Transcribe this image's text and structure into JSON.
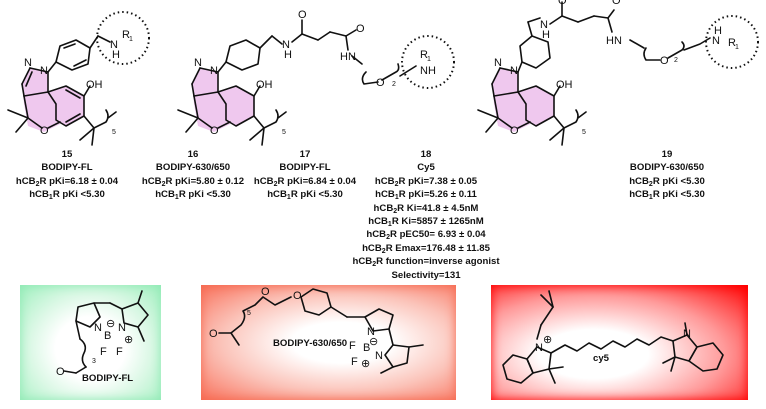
{
  "compounds": [
    {
      "id": "15",
      "fluorophore": "BODIPY-FL",
      "lines": [
        {
          "pre": "hCB",
          "sub": "2",
          "post": "R pKi=6.18 ± 0.04"
        },
        {
          "pre": "hCB",
          "sub": "1",
          "post": "R pKi <5.30"
        }
      ]
    },
    {
      "id": "16",
      "fluorophore": "BODIPY-630/650",
      "lines": [
        {
          "pre": "hCB",
          "sub": "2",
          "post": "R pKi=5.80 ± 0.12"
        },
        {
          "pre": "hCB",
          "sub": "1",
          "post": "R pKi <5.30"
        }
      ]
    },
    {
      "id": "17",
      "fluorophore": "BODIPY-FL",
      "lines": [
        {
          "pre": "hCB",
          "sub": "2",
          "post": "R pKi=6.84 ± 0.04"
        },
        {
          "pre": "hCB",
          "sub": "1",
          "post": "R pKi <5.30"
        }
      ]
    },
    {
      "id": "18",
      "fluorophore": "Cy5",
      "lines": [
        {
          "pre": "hCB",
          "sub": "2",
          "post": "R pKi=7.38 ± 0.05"
        },
        {
          "pre": "hCB",
          "sub": "1",
          "post": "R pKi=5.26 ± 0.11"
        },
        {
          "pre": "hCB",
          "sub": "2",
          "post": "R Ki=41.8 ± 4.5nM"
        },
        {
          "pre": "hCB",
          "sub": "1",
          "post": "R Ki=5857 ± 1265nM"
        },
        {
          "pre": "hCB",
          "sub": "2",
          "post": "R pEC50= 6.93 ± 0.04"
        },
        {
          "pre": "hCB",
          "sub": "2",
          "post": "R Emax=176.48 ± 11.85"
        },
        {
          "pre": "hCB",
          "sub": "2",
          "post": "R function=inverse agonist"
        },
        {
          "pre": "",
          "sub": "",
          "post": "Selectivity=131"
        }
      ]
    },
    {
      "id": "19",
      "fluorophore": "BODIPY-630/650",
      "lines": [
        {
          "pre": "hCB",
          "sub": "2",
          "post": "R pKi <5.30"
        },
        {
          "pre": "hCB",
          "sub": "1",
          "post": "R pKi <5.30"
        }
      ]
    }
  ],
  "structure_labels": {
    "amine_r1": "R",
    "r_sub": "1",
    "nh": "NH",
    "n": "N",
    "h": "H",
    "hn": "HN",
    "oh": "OH",
    "o": "O",
    "hexyl_repeat": "5",
    "peg_repeat": "2"
  },
  "dyes": [
    {
      "name": "BODIPY-FL",
      "color": "#9fefbe",
      "chain_repeat": "3"
    },
    {
      "name": "BODIPY-630/650",
      "color": "#f8705a",
      "chain_repeat": "5"
    },
    {
      "name": "cy5",
      "color": "#ff0000"
    }
  ],
  "colors": {
    "core_highlight": "#efc8ee"
  }
}
